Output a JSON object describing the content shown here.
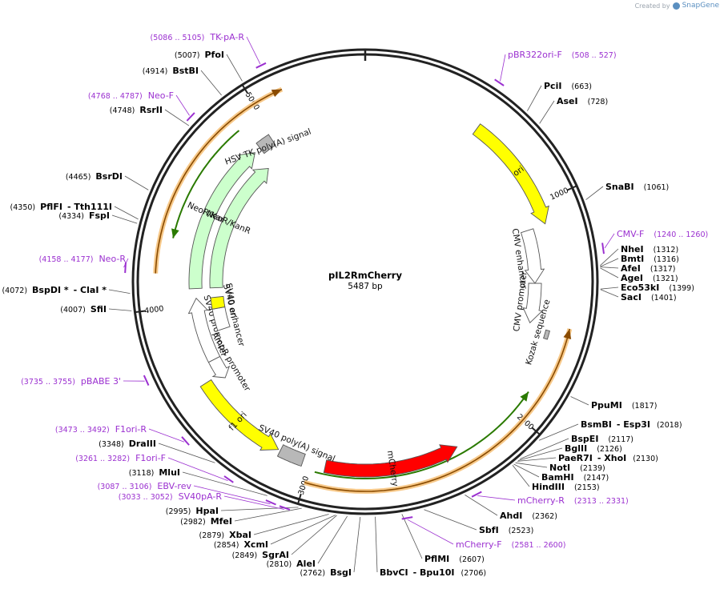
{
  "credit": {
    "created_by": "Created by",
    "brand": "SnapGene"
  },
  "plasmid": {
    "name": "pIL2RmCherry",
    "size": "5487 bp",
    "total": 5487
  },
  "ticks": [
    {
      "pos": 1000,
      "label": "1000"
    },
    {
      "pos": 2000,
      "label": "2000"
    },
    {
      "pos": 3000,
      "label": "3000"
    },
    {
      "pos": 4000,
      "label": "4000"
    },
    {
      "pos": 5000,
      "label": "5000"
    }
  ],
  "features": [
    {
      "name": "ori",
      "label": "ori",
      "start": 550,
      "end": 1100,
      "fill": "#ffff00",
      "dir": 1,
      "ring": 0,
      "label_inside": true
    },
    {
      "name": "CMV enhancer",
      "label": "CMV enhancer",
      "start": 1105,
      "end": 1380,
      "fill": "#ffffff",
      "dir": 1,
      "ring": 1,
      "label_inside": false
    },
    {
      "name": "CMV promoter",
      "label": "CMV promoter",
      "start": 1380,
      "end": 1585,
      "fill": "#ffffff",
      "dir": 1,
      "ring": 1,
      "label_inside": false
    },
    {
      "name": "Kozak sequence",
      "label": "Kozak sequence",
      "start": 1600,
      "end": 1640,
      "fill": "#b8b8b8",
      "dir": 0,
      "ring": 0,
      "label_inside": false
    },
    {
      "name": "mCherry",
      "label": "mCherry",
      "start": 2300,
      "end": 2930,
      "fill": "#ff0000",
      "dir": -1,
      "ring": 0,
      "label_inside": true
    },
    {
      "name": "SV40 poly(A) signal",
      "label": "SV40 poly(A) signal",
      "start": 3035,
      "end": 3150,
      "fill": "#b8b8b8",
      "dir": 0,
      "ring": 0,
      "label_inside": false
    },
    {
      "name": "f1 ori",
      "label": "f1 ori",
      "start": 3160,
      "end": 3620,
      "fill": "#ffff00",
      "dir": -1,
      "ring": 0,
      "label_inside": true
    },
    {
      "name": "AmpR promoter",
      "label": "AmpR promoter",
      "start": 3590,
      "end": 3700,
      "fill": "#ffffff",
      "dir": -1,
      "ring": 1,
      "label_inside": false
    },
    {
      "name": "SV40 promoter",
      "label": "SV40 promoter",
      "start": 3700,
      "end": 4030,
      "fill": "#ffffff",
      "dir": 1,
      "ring": 1,
      "label_inside": false
    },
    {
      "name": "SV40 enhancer",
      "label": "SV40 enhancer",
      "start": 3835,
      "end": 3960,
      "fill": "#ffffff",
      "dir": 0,
      "ring": 2,
      "label_inside": false
    },
    {
      "name": "SV40 ori",
      "label": "SV40 ori",
      "start": 3960,
      "end": 4025,
      "fill": "#ffff00",
      "dir": 0,
      "ring": 2,
      "label_inside": false
    },
    {
      "name": "NeoR/KanR",
      "label": "NeoR/KanR",
      "start": 4080,
      "end": 4870,
      "fill": "#ccffcc",
      "dir": 1,
      "ring": 1,
      "label_inside": true
    },
    {
      "name": "NeoR/KanR inner",
      "label": "NeoR/KanR",
      "start": 4080,
      "end": 4870,
      "fill": "#ccffcc",
      "dir": 1,
      "ring": 2,
      "label_inside": true
    },
    {
      "name": "HSV TK poly(A) signal",
      "label": "HSV TK poly(A) signal",
      "start": 4905,
      "end": 4980,
      "fill": "#b8b8b8",
      "dir": 0,
      "ring": 1,
      "label_inside": false
    }
  ],
  "orange_bars": [
    {
      "start": 1570,
      "end": 3000,
      "dir": -1,
      "green": {
        "start": 1890,
        "end": 2970,
        "dir": -1
      }
    },
    {
      "start": 4150,
      "end": 5130,
      "dir": 1,
      "green": {
        "start": 4310,
        "end": 4880,
        "dir": -1
      }
    }
  ],
  "sites": [
    {
      "name": "PfoI",
      "pos": "(5007)"
    },
    {
      "name": "BstBI",
      "pos": "(4914)"
    },
    {
      "name": "RsrII",
      "pos": "(4748)"
    },
    {
      "name": "BsrDI",
      "pos": "(4465)"
    },
    {
      "name": "PflFI",
      "extra": "- Tth111I",
      "pos": "(4350)"
    },
    {
      "name": "FspI",
      "pos": "(4334)"
    },
    {
      "name": "BspDI *",
      "extra": "- ClaI *",
      "pos": "(4072)"
    },
    {
      "name": "SfiI",
      "pos": "(4007)"
    },
    {
      "name": "DraIII",
      "pos": "(3348)"
    },
    {
      "name": "MluI",
      "pos": "(3118)"
    },
    {
      "name": "HpaI",
      "pos": "(2995)"
    },
    {
      "name": "MfeI",
      "pos": "(2982)"
    },
    {
      "name": "XbaI",
      "pos": "(2879)"
    },
    {
      "name": "XcmI",
      "pos": "(2854)"
    },
    {
      "name": "SgrAI",
      "pos": "(2849)"
    },
    {
      "name": "AleI",
      "pos": "(2810)"
    },
    {
      "name": "BsgI",
      "pos": "(2762)"
    },
    {
      "name": "BbvCI",
      "extra": "- Bpu10I",
      "pos": "(2706)"
    },
    {
      "name": "PflMI",
      "pos": "(2607)"
    },
    {
      "name": "SbfI",
      "pos": "(2523)"
    },
    {
      "name": "AhdI",
      "pos": "(2362)"
    },
    {
      "name": "HindIII",
      "pos": "(2153)"
    },
    {
      "name": "BamHI",
      "pos": "(2147)"
    },
    {
      "name": "NotI",
      "pos": "(2139)"
    },
    {
      "name": "PaeR7I",
      "extra": "- XhoI",
      "pos": "(2130)"
    },
    {
      "name": "BglII",
      "pos": "(2126)"
    },
    {
      "name": "BspEI",
      "pos": "(2117)"
    },
    {
      "name": "BsmBI",
      "extra": "- Esp3I",
      "pos": "(2018)"
    },
    {
      "name": "PpuMI",
      "pos": "(1817)"
    },
    {
      "name": "SacI",
      "pos": "(1401)"
    },
    {
      "name": "Eco53kI",
      "pos": "(1399)"
    },
    {
      "name": "AgeI",
      "pos": "(1321)"
    },
    {
      "name": "AfeI",
      "pos": "(1317)"
    },
    {
      "name": "BmtI",
      "pos": "(1316)"
    },
    {
      "name": "NheI",
      "pos": "(1312)"
    },
    {
      "name": "SnaBI",
      "pos": "(1061)"
    },
    {
      "name": "AseI",
      "pos": "(728)"
    },
    {
      "name": "PciI",
      "pos": "(663)"
    }
  ],
  "primers": [
    {
      "name": "TK-pA-R",
      "pos": "(5086 .. 5105)"
    },
    {
      "name": "Neo-F",
      "pos": "(4768 .. 4787)"
    },
    {
      "name": "Neo-R",
      "pos": "(4158 .. 4177)"
    },
    {
      "name": "pBABE 3'",
      "pos": "(3735 .. 3755)"
    },
    {
      "name": "F1ori-R",
      "pos": "(3473 .. 3492)"
    },
    {
      "name": "F1ori-F",
      "pos": "(3261 .. 3282)"
    },
    {
      "name": "EBV-rev",
      "pos": "(3087 .. 3106)"
    },
    {
      "name": "SV40pA-R",
      "pos": "(3033 .. 3052)"
    },
    {
      "name": "pBR322ori-F",
      "pos": "(508 .. 527)"
    },
    {
      "name": "CMV-F",
      "pos": "(1240 .. 1260)"
    },
    {
      "name": "mCherry-R",
      "pos": "(2313 .. 2331)"
    },
    {
      "name": "mCherry-F",
      "pos": "(2581 .. 2600)"
    }
  ]
}
